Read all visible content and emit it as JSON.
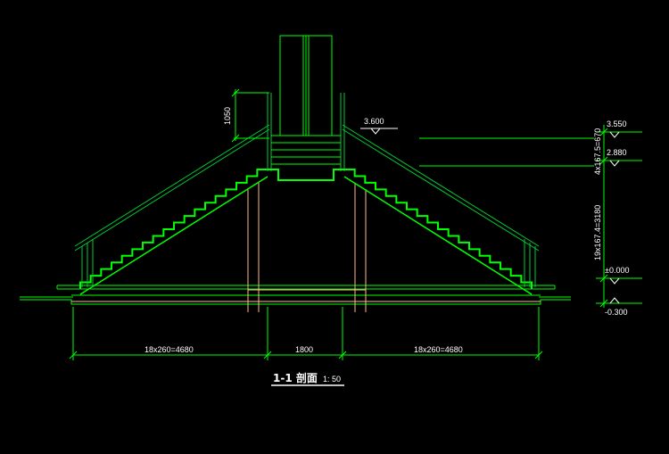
{
  "drawing": {
    "colors": {
      "background": "#000000",
      "structure": "#00ff00",
      "railing": "#00cc33",
      "column": "#ffbb88",
      "text": "#ffffff"
    },
    "elevations": {
      "top": "3.600",
      "right_top": "3.550",
      "right_mid": "2.880",
      "right_zero": "±0.000",
      "right_bottom": "-0.300"
    },
    "dimensions": {
      "left_run": "18x260=4680",
      "center_span": "1800",
      "right_run": "18x260=4680",
      "rail_height": "1050",
      "upper_flight": "4x167.5=670",
      "lower_flight": "19x167.4=3180"
    },
    "title": {
      "label": "1-1 剖面",
      "scale": "1: 50"
    }
  }
}
